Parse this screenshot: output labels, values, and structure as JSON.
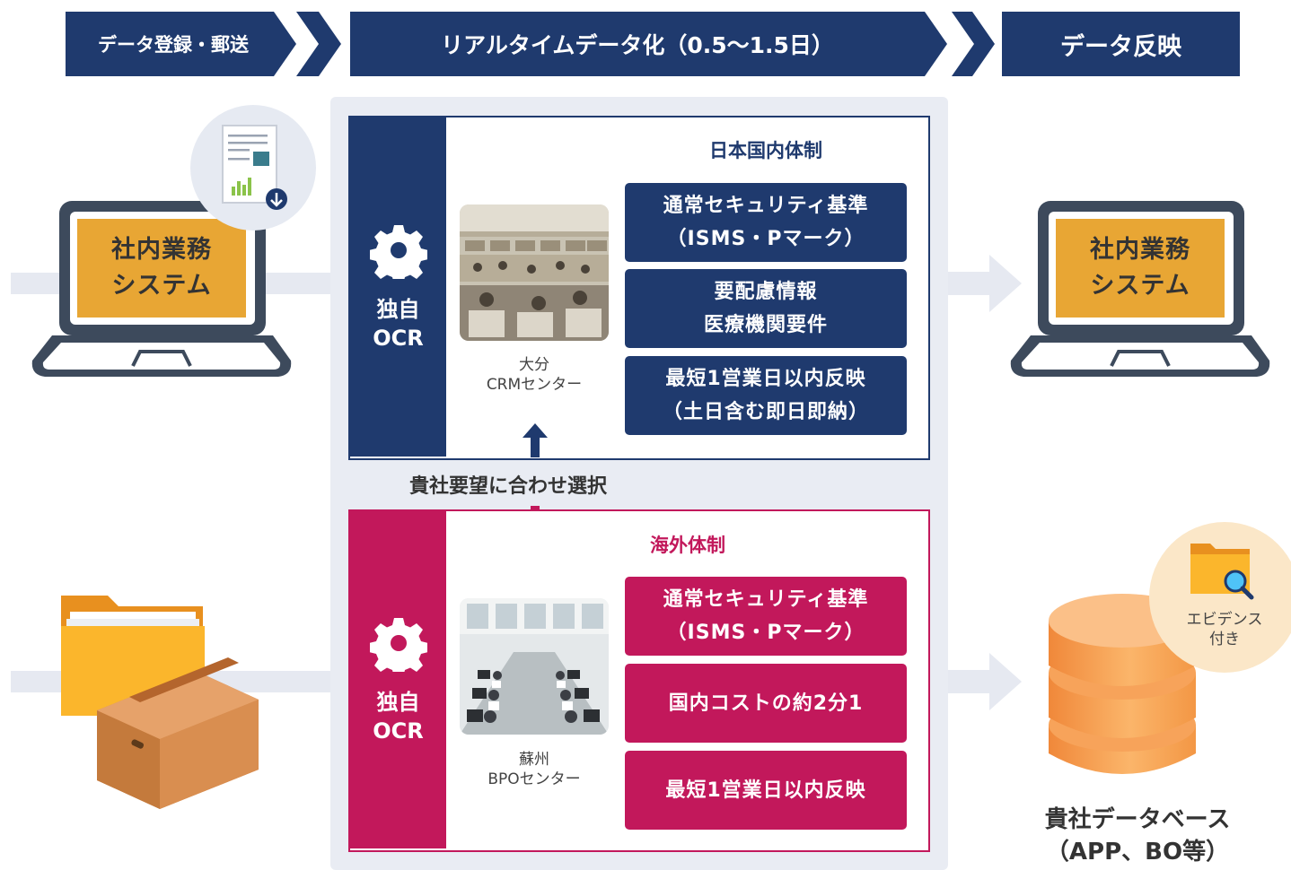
{
  "header": {
    "step1": "データ登録・郵送",
    "step2": "リアルタイムデータ化（0.5〜1.5日）",
    "step3": "データ反映"
  },
  "left": {
    "laptop_label_line1": "社内業務",
    "laptop_label_line2": "システム"
  },
  "right": {
    "laptop_label_line1": "社内業務",
    "laptop_label_line2": "システム",
    "evidence_line1": "エビデンス",
    "evidence_line2": "付き",
    "db_line1": "貴社データベース",
    "db_line2": "（APP、BO等）"
  },
  "domestic": {
    "sidebar_line1": "独自",
    "sidebar_line2": "OCR",
    "title": "日本国内体制",
    "caption_line1": "大分",
    "caption_line2": "CRMセンター",
    "features": [
      {
        "line1": "通常セキュリティ基準",
        "line2": "（ISMS・Pマーク）"
      },
      {
        "line1": "要配慮情報",
        "line2": "医療機関要件"
      },
      {
        "line1": "最短1営業日以内反映",
        "line2": "（土日含む即日即納）"
      }
    ]
  },
  "middle": {
    "select_text": "貴社要望に合わせ選択"
  },
  "overseas": {
    "sidebar_line1": "独自",
    "sidebar_line2": "OCR",
    "title": "海外体制",
    "caption_line1": "蘇州",
    "caption_line2": "BPOセンター",
    "features": [
      {
        "line1": "通常セキュリティ基準",
        "line2": "（ISMS・Pマーク）"
      },
      {
        "line1": "国内コストの約2分1",
        "line2": ""
      },
      {
        "line1": "最短1営業日以内反映",
        "line2": ""
      }
    ]
  },
  "colors": {
    "navy": "#1f3a6e",
    "magenta": "#c2185b",
    "laptop_screen": "#e8a634",
    "panel_bg": "#e9ecf3"
  }
}
